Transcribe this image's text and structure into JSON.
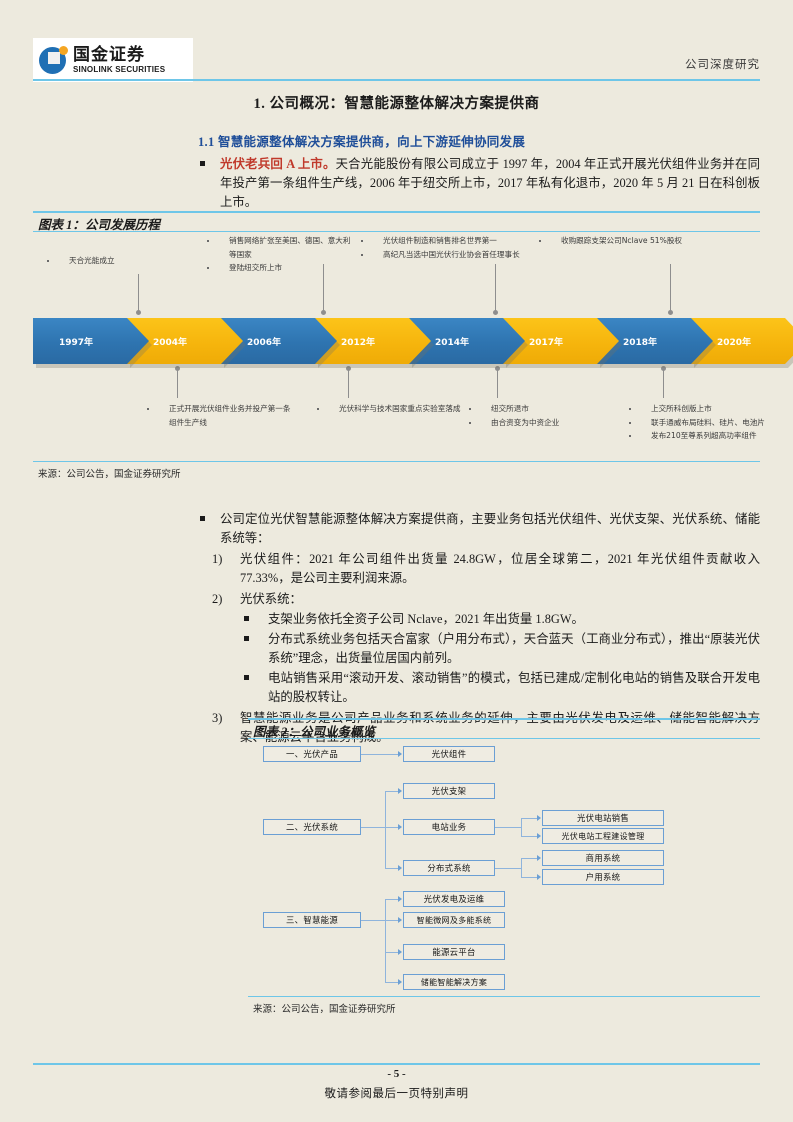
{
  "header": {
    "logo_cn": "国金证券",
    "logo_en": "SINOLINK SECURITIES",
    "right_label": "公司深度研究"
  },
  "titles": {
    "h1": "1. 公司概况：智慧能源整体解决方案提供商",
    "h2": "1.1 智慧能源整体解决方案提供商，向上下游延伸协同发展"
  },
  "intro": {
    "lead": "光伏老兵回 A 上市。",
    "text": "天合光能股份有限公司成立于 1997 年，2004 年正式开展光伏组件业务并在同年投产第一条组件生产线，2006 年于纽交所上市，2017 年私有化退市，2020 年 5 月 21 日在科创板上市。"
  },
  "exhibit1": {
    "title": "图表 1：公司发展历程",
    "source": "来源：公司公告，国金证券研究所",
    "years": [
      "1997年",
      "2004年",
      "2006年",
      "2012年",
      "2014年",
      "2017年",
      "2018年",
      "2020年"
    ],
    "notes_top": [
      {
        "year": "1997年",
        "items": [
          "天合光能成立"
        ]
      },
      {
        "year": "2006年",
        "items": [
          "销售网络扩张至美国、德国、意大利等国家",
          "登陆纽交所上市"
        ]
      },
      {
        "year": "2014年",
        "items": [
          "光伏组件制造和销售排名世界第一",
          "高纪凡当选中国光伏行业协会首任理事长"
        ]
      },
      {
        "year": "2018年",
        "items": [
          "收购跟踪支架公司Nclave 51%股权"
        ]
      }
    ],
    "notes_bottom": [
      {
        "year": "2004年",
        "items": [
          "正式开展光伏组件业务并投产第一条组件生产线"
        ]
      },
      {
        "year": "2012年",
        "items": [
          "光伏科学与技术国家重点实验室落成"
        ]
      },
      {
        "year": "2017年",
        "items": [
          "纽交所退市",
          "由合资变为中资企业"
        ]
      },
      {
        "year": "2020年",
        "items": [
          "上交所科创版上市",
          "联手通威布局硅料、硅片、电池片",
          "发布210至尊系列超高功率组件"
        ]
      }
    ]
  },
  "business": {
    "headline": "公司定位光伏智慧能源整体解决方案提供商，主要业务包括光伏组件、光伏支架、光伏系统、储能系统等：",
    "item1_num": "1)",
    "item1": "光伏组件：2021 年公司组件出货量 24.8GW，位居全球第二，2021 年光伏组件贡献收入 77.33%，是公司主要利润来源。",
    "item2_num": "2)",
    "item2": "光伏系统：",
    "sub1": "支架业务依托全资子公司 Nclave，2021 年出货量 1.8GW。",
    "sub2": "分布式系统业务包括天合富家（户用分布式），天合蓝天（工商业分布式），推出“原装光伏系统”理念，出货量位居国内前列。",
    "sub3": "电站销售采用“滚动开发、滚动销售”的模式，包括已建成/定制化电站的销售及联合开发电站的股权转让。",
    "item3_num": "3)",
    "item3": "智慧能源业务是公司产品业务和系统业务的延伸，主要由光伏发电及运维、储能智能解决方案、能源云平台业务构成。"
  },
  "exhibit2": {
    "title": "图表 2：公司业务概览",
    "source": "来源：公司公告，国金证券研究所",
    "l1": [
      "一、光伏产品",
      "二、光伏系统",
      "三、智慧能源"
    ],
    "l2_products": [
      "光伏组件"
    ],
    "l2_systems": [
      "光伏支架",
      "电站业务",
      "分布式系统"
    ],
    "l2_energy": [
      "光伏发电及运维",
      "智能微网及多能系统",
      "能源云平台",
      "储能智能解决方案"
    ],
    "l3_station": [
      "光伏电站销售",
      "光伏电站工程建设管理"
    ],
    "l3_dist": [
      "商用系统",
      "户用系统"
    ]
  },
  "footer": {
    "page": "- 5 -",
    "note": "敬请参阅最后一页特别声明"
  },
  "colors": {
    "page_bg": "#edeade",
    "rule": "#6ec6e8",
    "heading_blue": "#1f4e99",
    "lead_red": "#c0392b",
    "arrow_blue": "#2e74b0",
    "arrow_gold": "#f6b50d",
    "box_border": "#6b9fd4"
  }
}
